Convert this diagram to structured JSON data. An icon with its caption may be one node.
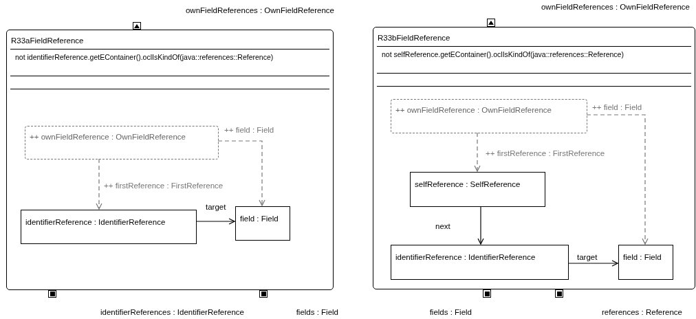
{
  "diagram": {
    "nodes": [
      {
        "text": [
          "R33aFieldReference",
          "not identifierReference.getEContainer().oclIsKindOf(java::references::Reference)"
        ]
      },
      {
        "text": [
          "++ ownFieldReference : OwnFieldReference"
        ],
        "in": 0
      },
      {
        "text": [
          "identifierReference : IdentifierReference"
        ],
        "in": 0
      },
      {
        "text": [
          "field : Field"
        ],
        "in": 0
      },
      {
        "text": [],
        "shape": "box"
      },
      {
        "text": [],
        "shape": "box"
      },
      {
        "text": [],
        "shape": "box"
      },
      {
        "text": [
          "R33bFieldReference",
          "not selfReference.getEContainer().oclIsKindOf(java::references::Reference)"
        ]
      },
      {
        "text": [
          "++ ownFieldReference : OwnFieldReference"
        ],
        "in": 7
      },
      {
        "text": [
          "selfReference : SelfReference"
        ],
        "in": 7
      },
      {
        "text": [
          "identifierReference : IdentifierReference"
        ],
        "in": 7
      },
      {
        "text": [
          "field : Field"
        ],
        "in": 7
      },
      {
        "text": [],
        "shape": "box"
      },
      {
        "text": [],
        "shape": "box"
      },
      {
        "text": [],
        "shape": "box"
      }
    ],
    "edges": [
      {
        "from": 1,
        "to": 2,
        "arrow": "to",
        "label": "++ firstReference : FirstReference",
        "style": "dashed",
        "color": "#777777"
      },
      {
        "from": 1,
        "to": 3,
        "arrow": "to",
        "label": "++ field : Field",
        "style": "dashed",
        "color": "#777777"
      },
      {
        "from": 2,
        "to": 3,
        "arrow": "to",
        "label": "target",
        "color": "#000000"
      },
      {
        "from": 8,
        "to": 9,
        "arrow": "to",
        "label": "++ firstReference : FirstReference",
        "style": "dashed",
        "color": "#777777"
      },
      {
        "from": 8,
        "to": 11,
        "arrow": "to",
        "label": "++ field : Field",
        "style": "dashed",
        "color": "#777777"
      },
      {
        "from": 9,
        "to": 10,
        "arrow": "to",
        "label": "next",
        "color": "#000000"
      },
      {
        "from": 10,
        "to": 11,
        "arrow": "to",
        "label": "target",
        "color": "#000000"
      }
    ],
    "labels": [
      "ownFieldReferences : OwnFieldReference",
      "ownFieldReferences : OwnFieldReference",
      "identifierReferences : IdentifierReference",
      "fields : Field",
      "fields : Field",
      "references : Reference"
    ]
  }
}
